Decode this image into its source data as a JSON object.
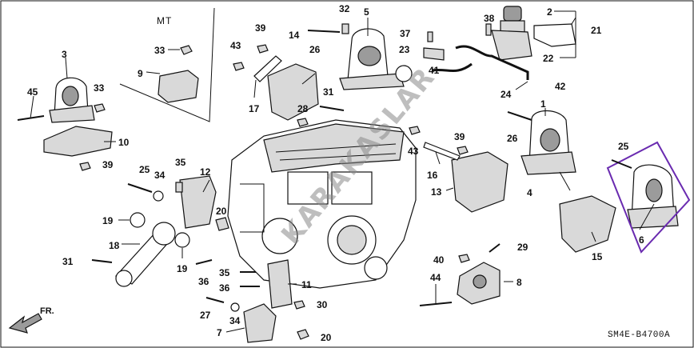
{
  "diagram": {
    "section_label": "MT",
    "catalog_code": "SM4E-B4700A",
    "direction_label": "FR.",
    "watermark": "KARAKASLAR",
    "highlight_color": "#6a2bb0",
    "callouts": {
      "c1": "1",
      "c2": "2",
      "c3": "3",
      "c4": "4",
      "c5": "5",
      "c6": "6",
      "c7": "7",
      "c8": "8",
      "c9": "9",
      "c10": "10",
      "c11": "11",
      "c12": "12",
      "c13": "13",
      "c14": "14",
      "c15": "15",
      "c16": "16",
      "c17": "17",
      "c18": "18",
      "c19a": "19",
      "c19b": "19",
      "c20a": "20",
      "c20b": "20",
      "c21": "21",
      "c22": "22",
      "c23": "23",
      "c24": "24",
      "c25a": "25",
      "c25b": "25",
      "c26a": "26",
      "c26b": "26",
      "c27": "27",
      "c28": "28",
      "c29": "29",
      "c30": "30",
      "c31a": "31",
      "c31b": "31",
      "c32": "32",
      "c33a": "33",
      "c33b": "33",
      "c34a": "34",
      "c34b": "34",
      "c35a": "35",
      "c35b": "35",
      "c36a": "36",
      "c36b": "36",
      "c37": "37",
      "c38": "38",
      "c39a": "39",
      "c39b": "39",
      "c39c": "39",
      "c40": "40",
      "c41": "41",
      "c42": "42",
      "c43a": "43",
      "c43b": "43",
      "c44": "44",
      "c45": "45"
    }
  }
}
